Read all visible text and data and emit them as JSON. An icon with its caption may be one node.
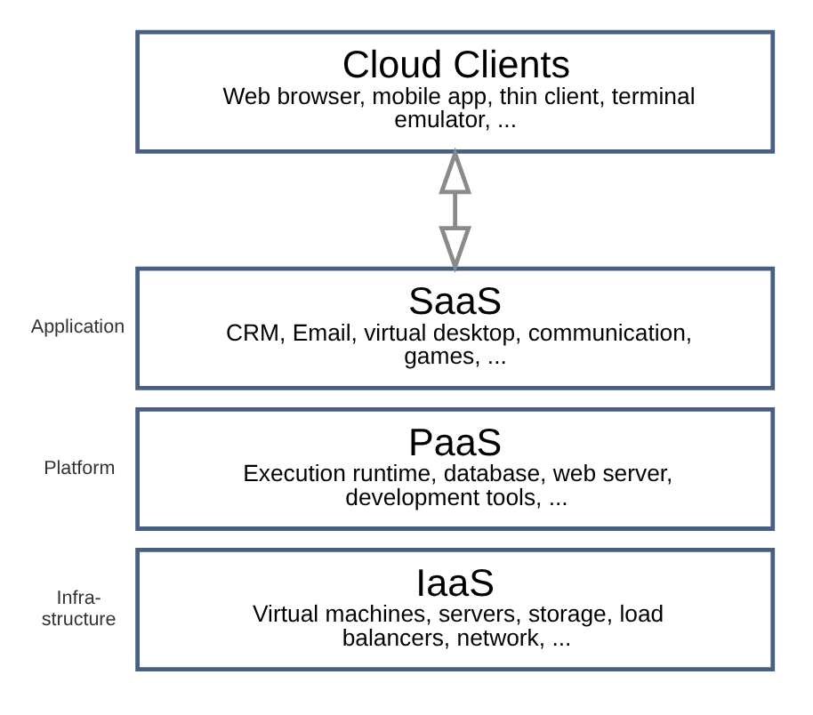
{
  "diagram": {
    "nodes": [
      {
        "text": [
          "Cloud Clients",
          "Web browser, mobile app, thin client, terminal emulator, ..."
        ]
      },
      {
        "text": [
          "SaaS",
          "CRM, Email, virtual desktop, communication, games, ..."
        ],
        "beside": [
          "Application"
        ]
      },
      {
        "text": [
          "PaaS",
          "Execution runtime, database, web server, development tools, ..."
        ],
        "beside": [
          "Platform"
        ]
      },
      {
        "text": [
          "IaaS",
          "Virtual machines, servers, storage, load balancers, network, ..."
        ],
        "beside": [
          "Infra- structure"
        ]
      }
    ],
    "edges": [
      {
        "from": 0,
        "to": 1,
        "arrow": "both"
      }
    ]
  }
}
